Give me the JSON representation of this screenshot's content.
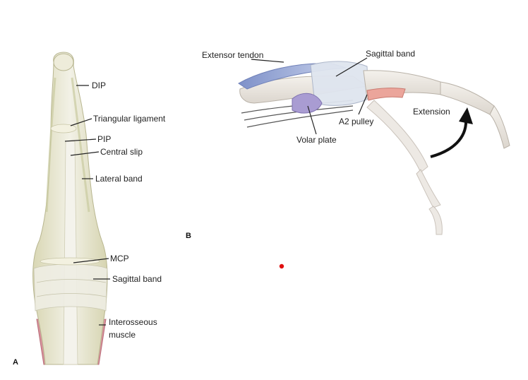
{
  "panel_a": {
    "letter": "A",
    "labels": {
      "dip": "DIP",
      "triangular_ligament": "Triangular ligament",
      "pip": "PIP",
      "central_slip": "Central slip",
      "lateral_band": "Lateral band",
      "mcp": "MCP",
      "sagittal_band": "Sagittal band",
      "interosseous_muscle_line1": "Interosseous",
      "interosseous_muscle_line2": "muscle"
    }
  },
  "panel_b": {
    "letter": "B",
    "labels": {
      "extensor_tendon": "Extensor tendon",
      "sagittal_band": "Sagittal band",
      "a2_pulley": "A2 pulley",
      "volar_plate": "Volar plate",
      "extension": "Extension"
    }
  },
  "colors": {
    "bone": "#e9e4de",
    "tendon": "#eeeedd",
    "tendon_green": "#dfe3bf",
    "extensor_blue": "#9fb0d8",
    "volar_purple": "#a89ad0",
    "pulley_red": "#e9a59a",
    "muscle_pink": "#d58a95",
    "marker_red": "#e01010"
  }
}
